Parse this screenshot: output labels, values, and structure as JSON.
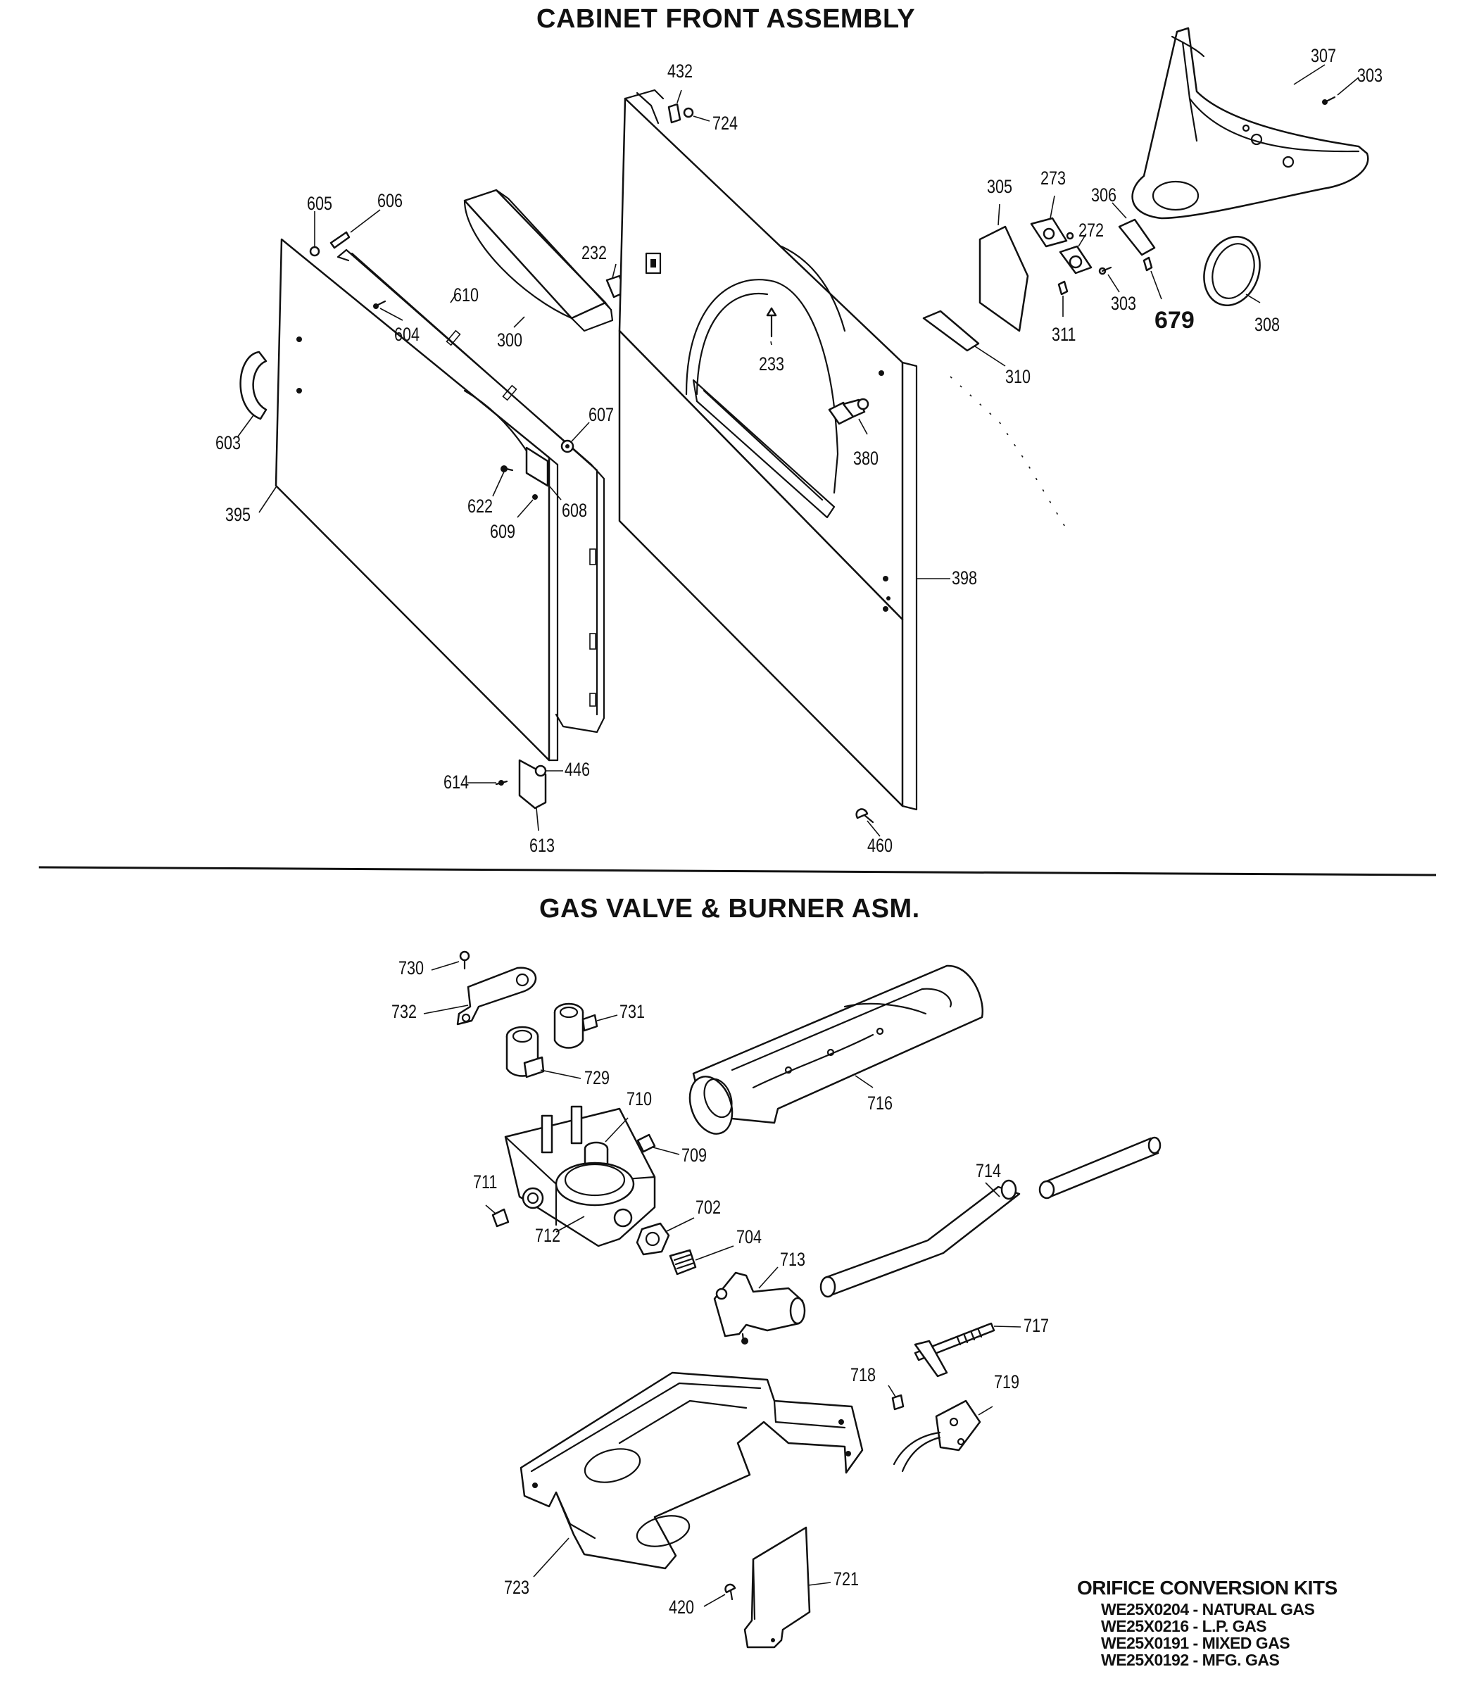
{
  "titles": {
    "top": "CABINET FRONT ASSEMBLY",
    "bottom": "GAS VALVE & BURNER ASM."
  },
  "callouts_top": [
    "432",
    "724",
    "307",
    "303",
    "305",
    "273",
    "306",
    "272",
    "303",
    "679",
    "308",
    "311",
    "310",
    "605",
    "606",
    "232",
    "610",
    "604",
    "300",
    "233",
    "380",
    "603",
    "607",
    "622",
    "608",
    "609",
    "395",
    "398",
    "614",
    "446",
    "613",
    "460"
  ],
  "callouts_bottom": [
    "730",
    "732",
    "731",
    "729",
    "716",
    "710",
    "709",
    "711",
    "702",
    "712",
    "704",
    "713",
    "714",
    "717",
    "718",
    "719",
    "723",
    "721",
    "420"
  ],
  "orifice_kits": {
    "title": "ORIFICE CONVERSION KITS",
    "items": [
      "WE25X0204 - NATURAL GAS",
      "WE25X0216 - L.P. GAS",
      "WE25X0191 - MIXED GAS",
      "WE25X0192 - MFG. GAS"
    ]
  }
}
